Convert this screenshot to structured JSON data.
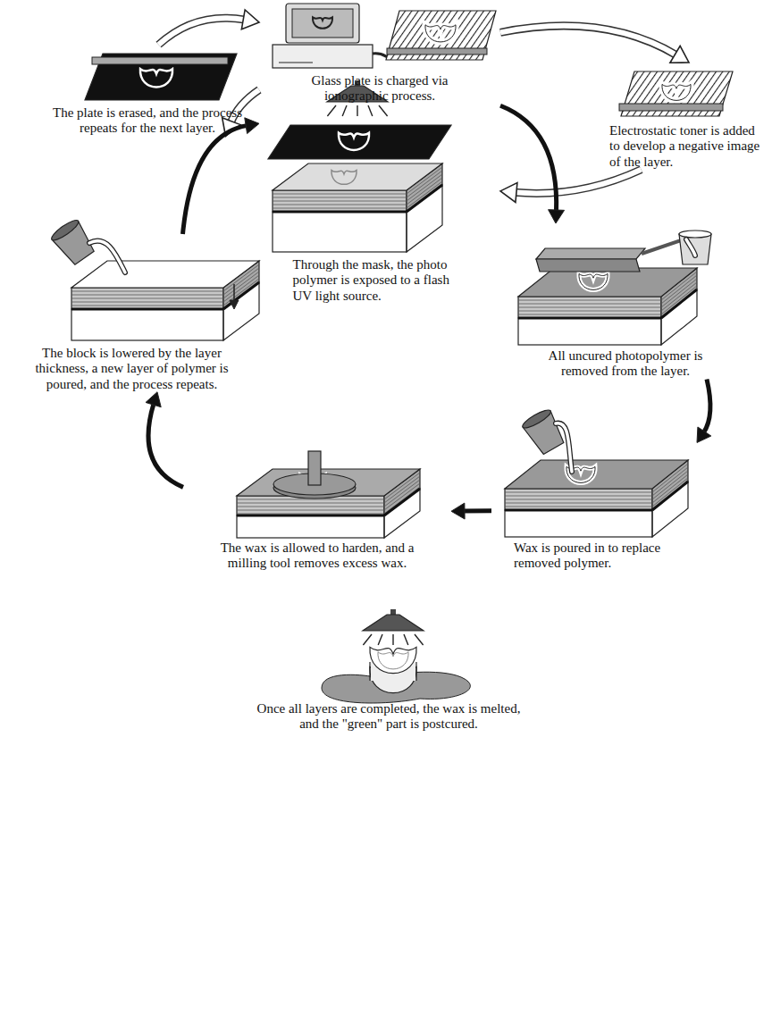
{
  "diagram": {
    "nodes": [
      {
        "text": [
          "Glass plate is charged via ionographic process."
        ]
      },
      {
        "text": [
          "Electrostatic toner is added to develop a negative image of the layer."
        ]
      },
      {
        "text": [
          "The plate is erased, and the process repeats for the next layer."
        ]
      },
      {
        "text": [
          "Through the mask, the photo polymer is exposed to a flash UV light source."
        ]
      },
      {
        "text": [
          "The block is lowered by the layer thickness, a new layer of polymer is poured, and the process repeats."
        ]
      },
      {
        "text": [
          "All uncured photopolymer is removed from the layer."
        ]
      },
      {
        "text": [
          "Wax is poured in to replace removed polymer."
        ]
      },
      {
        "text": [
          "The wax is allowed to harden, and a milling tool removes excess wax."
        ]
      },
      {
        "text": [
          "Once all layers are completed, the wax is melted, and the \"green\" part is postcured."
        ]
      }
    ],
    "edges": [
      {
        "from": 0,
        "to": 1,
        "arrow": "to"
      },
      {
        "from": 1,
        "to": 3,
        "arrow": "to"
      },
      {
        "from": 3,
        "to": 2,
        "arrow": "to"
      },
      {
        "from": 2,
        "to": 0,
        "arrow": "to"
      },
      {
        "from": 3,
        "to": 5,
        "arrow": "to"
      },
      {
        "from": 5,
        "to": 6,
        "arrow": "to"
      },
      {
        "from": 6,
        "to": 7,
        "arrow": "to"
      },
      {
        "from": 7,
        "to": 4,
        "arrow": "to"
      },
      {
        "from": 4,
        "to": 3,
        "arrow": "to"
      }
    ]
  }
}
